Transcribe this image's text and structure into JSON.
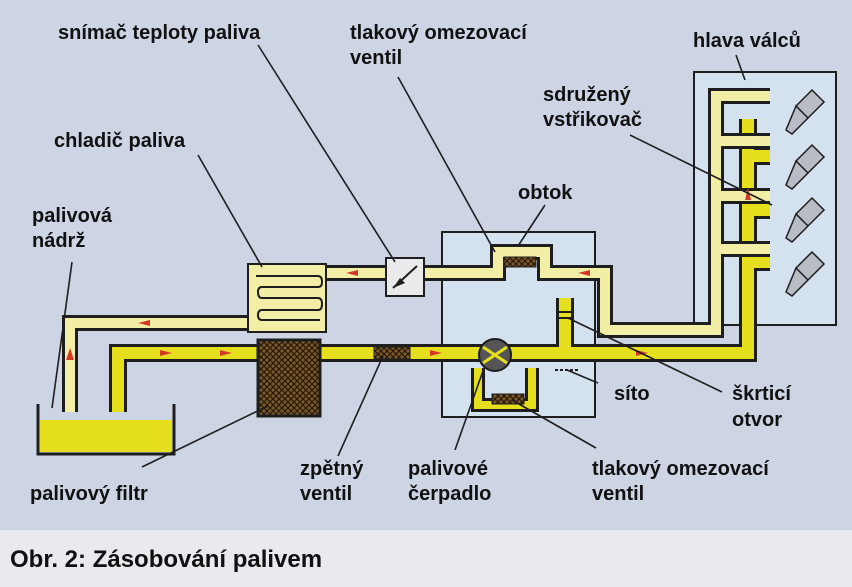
{
  "labels": {
    "fuel_temp_sensor": "snímač teploty paliva",
    "pressure_valve_top_l1": "tlakový omezovací",
    "pressure_valve_top_l2": "ventil",
    "cylinder_head": "hlava válců",
    "unit_injector_l1": "sdružený",
    "unit_injector_l2": "vstřikovač",
    "fuel_cooler": "chladič paliva",
    "bypass": "obtok",
    "fuel_tank_l1": "palivová",
    "fuel_tank_l2": "nádrž",
    "strainer": "síto",
    "throttle_l1": "škrticí",
    "throttle_l2": "otvor",
    "check_valve_l1": "zpětný",
    "check_valve_l2": "ventil",
    "fuel_pump_l1": "palivové",
    "fuel_pump_l2": "čerpadlo",
    "pressure_valve_bottom_l1": "tlakový omezovací",
    "pressure_valve_bottom_l2": "ventil",
    "fuel_filter": "palivový filtr"
  },
  "caption": "Obr. 2: Zásobování palivem",
  "colors": {
    "background": "#cdd5e5",
    "block": "#d4e1ef",
    "supply_fuel": "#e6df1d",
    "return_fuel": "#f2eea5",
    "outline": "#1e1e1e",
    "flow_arrow": "#d43a2c"
  }
}
